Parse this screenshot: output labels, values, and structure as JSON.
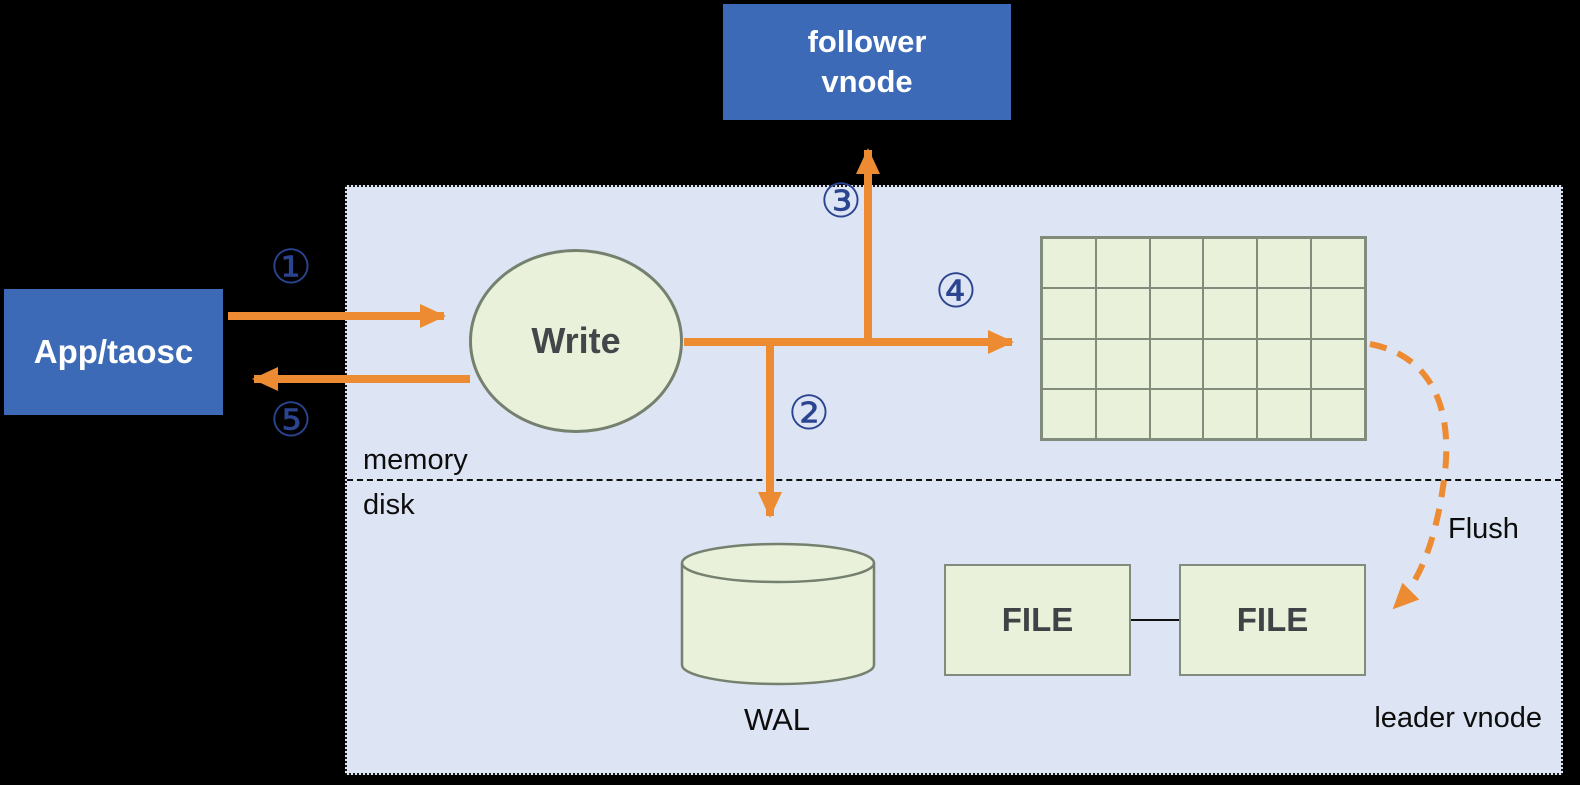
{
  "colors": {
    "background": "#000000",
    "panel_fill": "#dde4f3",
    "panel_border": "#1a1a1a",
    "blue_box": "#3c6ab7",
    "blue_box_text": "#ffffff",
    "green_fill": "#e9f1da",
    "green_border": "#828c7c",
    "arrow": "#ed8b33",
    "step_number": "#2b4490",
    "dark_text": "#43474a"
  },
  "nodes": {
    "follower": {
      "label": "follower\nvnode"
    },
    "app": {
      "label": "App/taosc"
    },
    "write": {
      "label": "Write"
    },
    "wal": {
      "label": "WAL"
    },
    "file1": {
      "label": "FILE"
    },
    "file2": {
      "label": "FILE"
    }
  },
  "labels": {
    "memory": "memory",
    "disk": "disk",
    "flush": "Flush",
    "leader": "leader vnode"
  },
  "steps": {
    "s1": "①",
    "s2": "②",
    "s3": "③",
    "s4": "④",
    "s5": "⑤"
  },
  "mem_table": {
    "rows": 4,
    "cols": 6
  }
}
